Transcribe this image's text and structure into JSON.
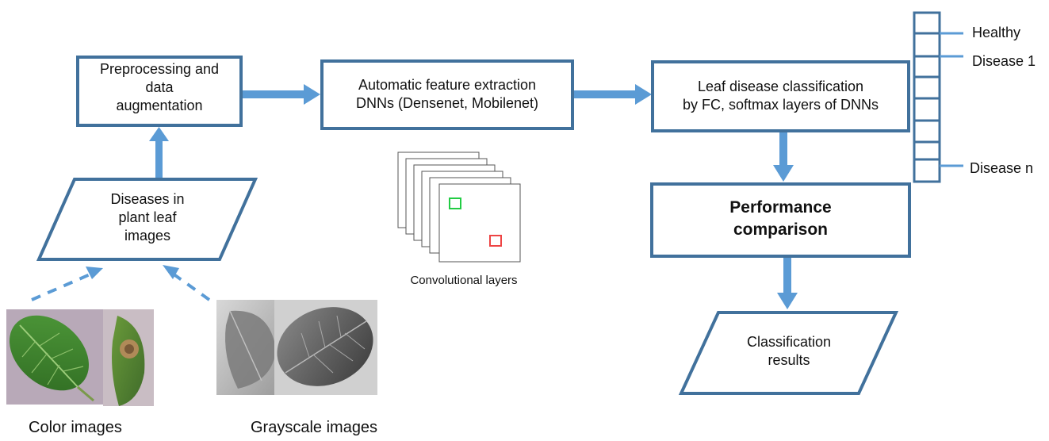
{
  "colors": {
    "border": "#41719c",
    "arrow": "#5b9bd5",
    "green_square": "#22cc44",
    "red_square": "#ee4444",
    "layer_stroke": "#555555"
  },
  "boxes": {
    "preprocessing": {
      "lines": [
        "Preprocessing and",
        "data",
        "augmentation"
      ]
    },
    "feature_extraction": {
      "lines": [
        "Automatic feature extraction",
        "DNNs (Densenet, Mobilenet)"
      ]
    },
    "classification": {
      "lines": [
        "Leaf disease classification",
        "by FC, softmax layers of DNNs"
      ]
    },
    "performance": {
      "lines": [
        "Performance",
        "comparison"
      ]
    }
  },
  "parallelograms": {
    "input": {
      "lines": [
        "Diseases in",
        "plant leaf",
        "images"
      ]
    },
    "results": {
      "lines": [
        "Classification",
        "results"
      ]
    }
  },
  "outputs": {
    "healthy": "Healthy",
    "disease1": "Disease 1",
    "diseasen": "Disease n"
  },
  "conv_label": "Convolutional layers",
  "captions": {
    "color": "Color images",
    "grayscale": "Grayscale images"
  },
  "images": {
    "color_icon": "leaf-color-photo",
    "grayscale_icon": "leaf-grayscale-photo"
  }
}
